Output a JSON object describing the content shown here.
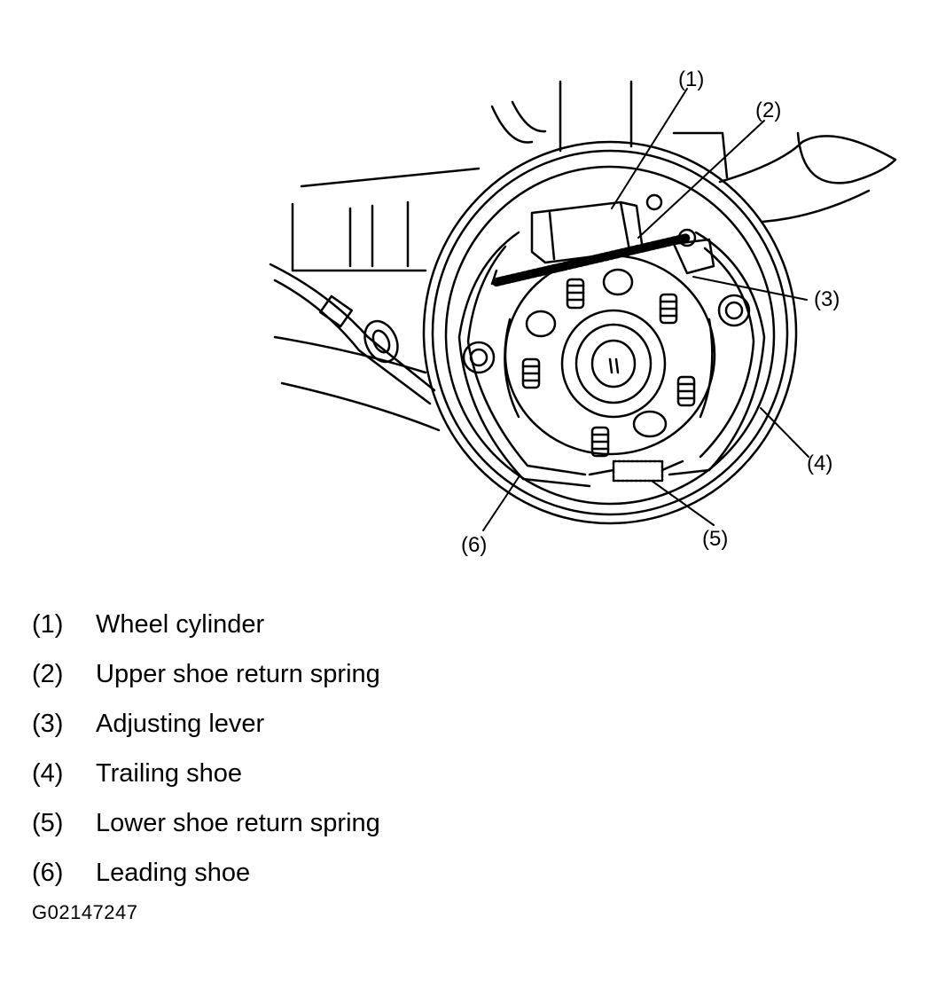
{
  "callouts": [
    {
      "number": "(1)",
      "label": "Wheel cylinder"
    },
    {
      "number": "(2)",
      "label": "Upper shoe return spring"
    },
    {
      "number": "(3)",
      "label": "Adjusting lever"
    },
    {
      "number": "(4)",
      "label": "Trailing shoe"
    },
    {
      "number": "(5)",
      "label": "Lower shoe return spring"
    },
    {
      "number": "(6)",
      "label": "Leading shoe"
    }
  ],
  "figure_code": "G02147247",
  "colors": {
    "ink": "#000000",
    "background": "#ffffff"
  }
}
